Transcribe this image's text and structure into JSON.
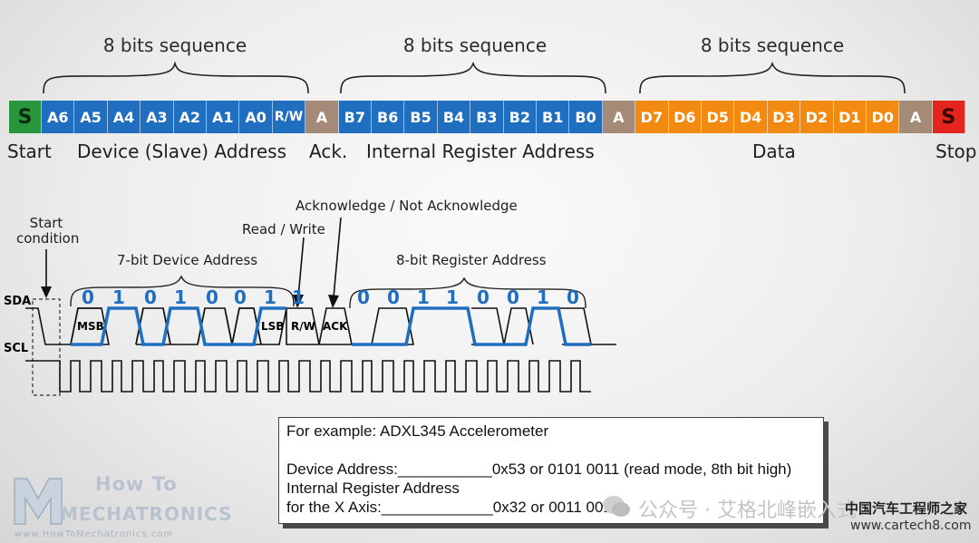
{
  "frame": {
    "groups": [
      {
        "label": "8 bits sequence"
      },
      {
        "label": "8 bits sequence"
      },
      {
        "label": "8 bits sequence"
      }
    ],
    "cells": [
      {
        "text": "S",
        "color": "#27963c",
        "w": 36
      },
      {
        "text": "A6",
        "color": "#1f6ec0"
      },
      {
        "text": "A5",
        "color": "#1f6ec0"
      },
      {
        "text": "A4",
        "color": "#1f6ec0"
      },
      {
        "text": "A3",
        "color": "#1f6ec0"
      },
      {
        "text": "A2",
        "color": "#1f6ec0"
      },
      {
        "text": "A1",
        "color": "#1f6ec0"
      },
      {
        "text": "A0",
        "color": "#1f6ec0"
      },
      {
        "text": "R/W",
        "color": "#1f6ec0"
      },
      {
        "text": "A",
        "color": "#a58a78"
      },
      {
        "text": "B7",
        "color": "#1f6ec0"
      },
      {
        "text": "B6",
        "color": "#1f6ec0"
      },
      {
        "text": "B5",
        "color": "#1f6ec0"
      },
      {
        "text": "B4",
        "color": "#1f6ec0"
      },
      {
        "text": "B3",
        "color": "#1f6ec0"
      },
      {
        "text": "B2",
        "color": "#1f6ec0"
      },
      {
        "text": "B1",
        "color": "#1f6ec0"
      },
      {
        "text": "B0",
        "color": "#1f6ec0"
      },
      {
        "text": "A",
        "color": "#a58a78"
      },
      {
        "text": "D7",
        "color": "#f28a12"
      },
      {
        "text": "D6",
        "color": "#f28a12"
      },
      {
        "text": "D5",
        "color": "#f28a12"
      },
      {
        "text": "D4",
        "color": "#f28a12"
      },
      {
        "text": "D3",
        "color": "#f28a12"
      },
      {
        "text": "D2",
        "color": "#f28a12"
      },
      {
        "text": "D1",
        "color": "#f28a12"
      },
      {
        "text": "D0",
        "color": "#f28a12"
      },
      {
        "text": "A",
        "color": "#a58a78"
      },
      {
        "text": "S",
        "color": "#e3251d",
        "w": 36
      }
    ],
    "labels": {
      "start": "Start",
      "device": "Device (Slave) Address",
      "ack": "Ack.",
      "register": "Internal Register Address",
      "data": "Data",
      "stop": "Stop"
    }
  },
  "timing": {
    "sda": "SDA",
    "scl": "SCL",
    "start_condition": "Start\ncondition",
    "device_address_label": "7-bit Device Address",
    "read_write_label": "Read / Write",
    "ack_label": "Acknowledge / Not Acknowledge",
    "register_label": "8-bit Register Address",
    "device_bits": [
      "0",
      "1",
      "0",
      "1",
      "0",
      "0",
      "1",
      "1"
    ],
    "register_bits": [
      "0",
      "0",
      "1",
      "1",
      "0",
      "0",
      "1",
      "0"
    ],
    "msb": "MSB",
    "lsb": "LSB",
    "rw": "R/W",
    "ack": "ACK",
    "wave_color": "#1f6ec0"
  },
  "example": {
    "line1": "For example: ADXL345 Accelerometer",
    "line2": "Device Address:___________0x53 or 0101 0011 (read mode, 8th bit high)",
    "line3": "Internal Register Address",
    "line4": "for the X Axis:_____________0x32 or 0011 0010"
  },
  "watermarks": {
    "logo_line1": "How To",
    "logo_line2": "MECHATRONICS",
    "logo_url": "www.HowToMechatronics.com",
    "wechat": "公众号 · 艾格北峰嵌入式",
    "site_cn": "中国汽车工程师之家",
    "site_url": "www.cartech8.com"
  }
}
